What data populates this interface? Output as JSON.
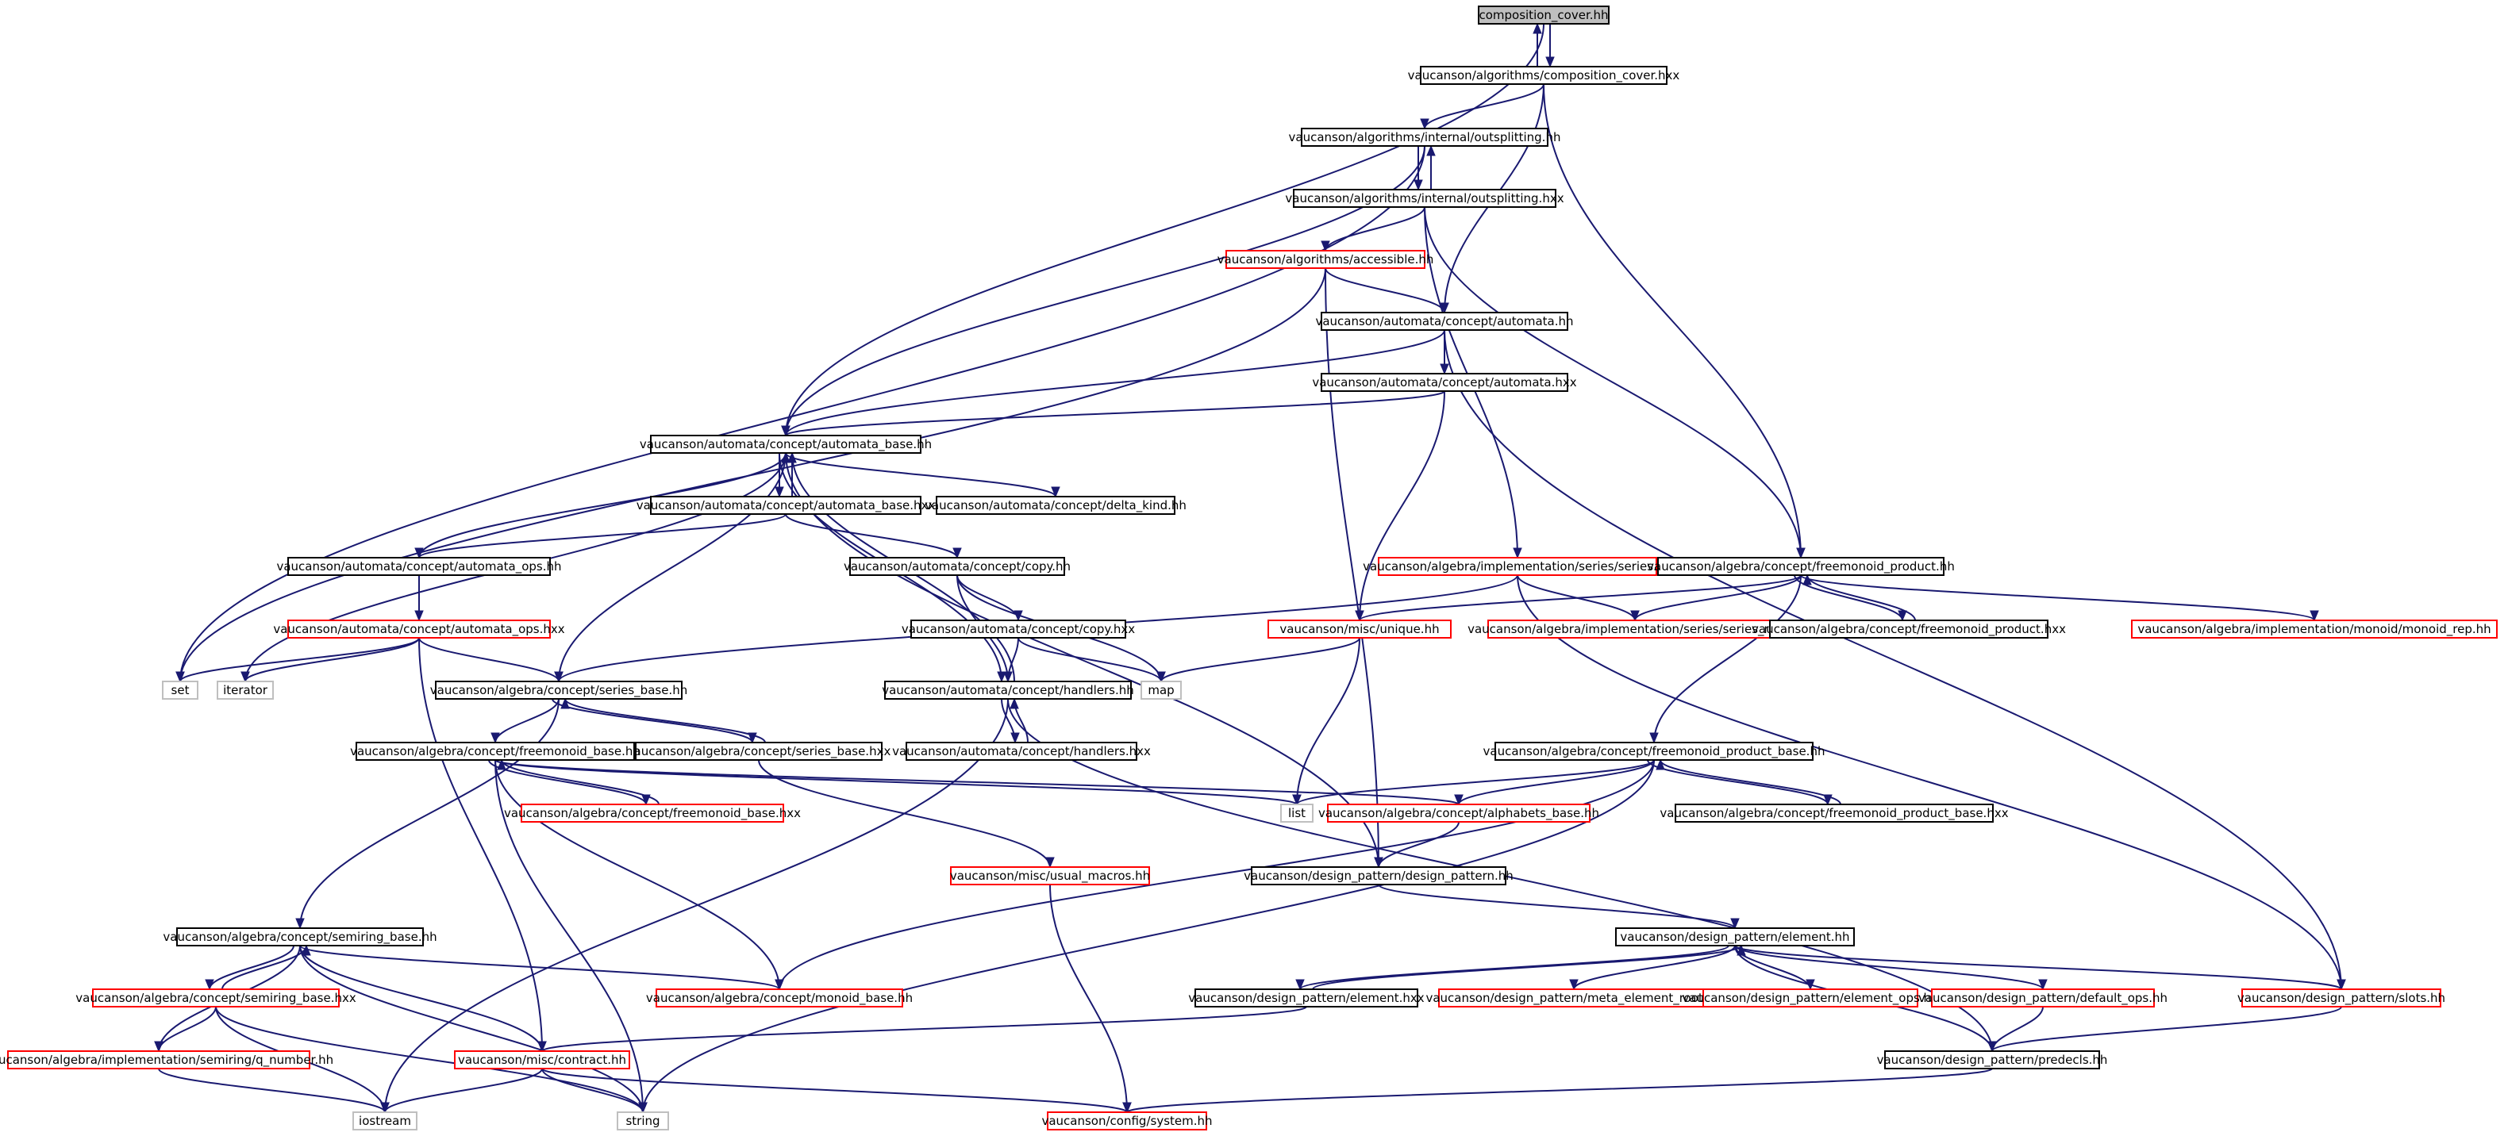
{
  "colors": {
    "edge": "#191970",
    "border_normal": "#000000",
    "border_incomplete": "#ff0000",
    "border_external": "#bfbfbf",
    "root_fill": "#bfbfbf",
    "fill": "#ffffff"
  },
  "nodes": {
    "root": {
      "label": "composition_cover.hh",
      "kind": "root"
    },
    "cc_hxx": {
      "label": "vaucanson/algorithms/composition_cover.hxx",
      "kind": "normal"
    },
    "out_hh": {
      "label": "vaucanson/algorithms/internal/outsplitting.hh",
      "kind": "normal"
    },
    "out_hxx": {
      "label": "vaucanson/algorithms/internal/outsplitting.hxx",
      "kind": "normal"
    },
    "acc_hh": {
      "label": "vaucanson/algorithms/accessible.hh",
      "kind": "incomplete"
    },
    "aut_hh": {
      "label": "vaucanson/automata/concept/automata.hh",
      "kind": "normal"
    },
    "aut_hxx": {
      "label": "vaucanson/automata/concept/automata.hxx",
      "kind": "normal"
    },
    "ab_hh": {
      "label": "vaucanson/automata/concept/automata_base.hh",
      "kind": "normal"
    },
    "ab_hxx": {
      "label": "vaucanson/automata/concept/automata_base.hxx",
      "kind": "normal"
    },
    "dk_hh": {
      "label": "vaucanson/automata/concept/delta_kind.hh",
      "kind": "normal"
    },
    "ao_hh": {
      "label": "vaucanson/automata/concept/automata_ops.hh",
      "kind": "normal"
    },
    "ao_hxx": {
      "label": "vaucanson/automata/concept/automata_ops.hxx",
      "kind": "incomplete"
    },
    "copy_hh": {
      "label": "vaucanson/automata/concept/copy.hh",
      "kind": "normal"
    },
    "copy_hxx": {
      "label": "vaucanson/automata/concept/copy.hxx",
      "kind": "normal"
    },
    "hd_hh": {
      "label": "vaucanson/automata/concept/handlers.hh",
      "kind": "normal"
    },
    "hd_hxx": {
      "label": "vaucanson/automata/concept/handlers.hxx",
      "kind": "normal"
    },
    "sb_hh": {
      "label": "vaucanson/algebra/concept/series_base.hh",
      "kind": "normal"
    },
    "sb_hxx": {
      "label": "vaucanson/algebra/concept/series_base.hxx",
      "kind": "normal"
    },
    "fb_hh": {
      "label": "vaucanson/algebra/concept/freemonoid_base.hh",
      "kind": "normal"
    },
    "fb_hxx": {
      "label": "vaucanson/algebra/concept/freemonoid_base.hxx",
      "kind": "incomplete"
    },
    "series_hh": {
      "label": "vaucanson/algebra/implementation/series/series.hh",
      "kind": "incomplete"
    },
    "srep_hh": {
      "label": "vaucanson/algebra/implementation/series/series_rep.hh",
      "kind": "incomplete"
    },
    "unique_hh": {
      "label": "vaucanson/misc/unique.hh",
      "kind": "incomplete"
    },
    "fp_hh": {
      "label": "vaucanson/algebra/concept/freemonoid_product.hh",
      "kind": "normal"
    },
    "fp_hxx": {
      "label": "vaucanson/algebra/concept/freemonoid_product.hxx",
      "kind": "normal"
    },
    "mrep_hh": {
      "label": "vaucanson/algebra/implementation/monoid/monoid_rep.hh",
      "kind": "incomplete"
    },
    "fpb_hh": {
      "label": "vaucanson/algebra/concept/freemonoid_product_base.hh",
      "kind": "normal"
    },
    "fpb_hxx": {
      "label": "vaucanson/algebra/concept/freemonoid_product_base.hxx",
      "kind": "normal"
    },
    "alpha_hh": {
      "label": "vaucanson/algebra/concept/alphabets_base.hh",
      "kind": "incomplete"
    },
    "dp_hh": {
      "label": "vaucanson/design_pattern/design_pattern.hh",
      "kind": "normal"
    },
    "um_hh": {
      "label": "vaucanson/misc/usual_macros.hh",
      "kind": "incomplete"
    },
    "srb_hh": {
      "label": "vaucanson/algebra/concept/semiring_base.hh",
      "kind": "normal"
    },
    "srb_hxx": {
      "label": "vaucanson/algebra/concept/semiring_base.hxx",
      "kind": "incomplete"
    },
    "qn_hh": {
      "label": "vaucanson/algebra/implementation/semiring/q_number.hh",
      "kind": "incomplete"
    },
    "mb_hh": {
      "label": "vaucanson/algebra/concept/monoid_base.hh",
      "kind": "incomplete"
    },
    "ct_hh": {
      "label": "vaucanson/misc/contract.hh",
      "kind": "incomplete"
    },
    "el_hh": {
      "label": "vaucanson/design_pattern/element.hh",
      "kind": "normal"
    },
    "el_hxx": {
      "label": "vaucanson/design_pattern/element.hxx",
      "kind": "normal"
    },
    "mer_hh": {
      "label": "vaucanson/design_pattern/meta_element_root.hh",
      "kind": "incomplete"
    },
    "eo_hh": {
      "label": "vaucanson/design_pattern/element_ops.hh",
      "kind": "incomplete"
    },
    "do_hh": {
      "label": "vaucanson/design_pattern/default_ops.hh",
      "kind": "incomplete"
    },
    "slots_hh": {
      "label": "vaucanson/design_pattern/slots.hh",
      "kind": "incomplete"
    },
    "pre_hh": {
      "label": "vaucanson/design_pattern/predecls.hh",
      "kind": "normal"
    },
    "sys_hh": {
      "label": "vaucanson/config/system.hh",
      "kind": "incomplete"
    },
    "set": {
      "label": "set",
      "kind": "external"
    },
    "iter": {
      "label": "iterator",
      "kind": "external"
    },
    "map": {
      "label": "map",
      "kind": "external"
    },
    "list": {
      "label": "list",
      "kind": "external"
    },
    "ios": {
      "label": "iostream",
      "kind": "external"
    },
    "str": {
      "label": "string",
      "kind": "external"
    }
  },
  "edges": [
    [
      "root",
      "cc_hxx"
    ],
    [
      "cc_hxx",
      "root"
    ],
    [
      "root",
      "ab_hh"
    ],
    [
      "cc_hxx",
      "out_hh"
    ],
    [
      "cc_hxx",
      "aut_hh"
    ],
    [
      "cc_hxx",
      "fp_hh"
    ],
    [
      "out_hh",
      "out_hxx"
    ],
    [
      "out_hxx",
      "out_hh"
    ],
    [
      "out_hh",
      "set"
    ],
    [
      "out_hh",
      "ab_hh"
    ],
    [
      "out_hxx",
      "acc_hh"
    ],
    [
      "out_hxx",
      "series_hh"
    ],
    [
      "out_hxx",
      "fp_hh"
    ],
    [
      "acc_hh",
      "aut_hh"
    ],
    [
      "acc_hh",
      "set"
    ],
    [
      "acc_hh",
      "dp_hh"
    ],
    [
      "aut_hh",
      "aut_hxx"
    ],
    [
      "aut_hh",
      "ab_hh"
    ],
    [
      "aut_hh",
      "slots_hh"
    ],
    [
      "aut_hxx",
      "ab_hh"
    ],
    [
      "aut_hxx",
      "unique_hh"
    ],
    [
      "ab_hh",
      "ab_hxx"
    ],
    [
      "ab_hxx",
      "ab_hh"
    ],
    [
      "ab_hh",
      "dk_hh"
    ],
    [
      "ab_hh",
      "iter"
    ],
    [
      "ab_hh",
      "sb_hh"
    ],
    [
      "ab_hh",
      "hd_hh"
    ],
    [
      "ab_hh",
      "dp_hh"
    ],
    [
      "ao_hh",
      "ab_hh"
    ],
    [
      "ab_hxx",
      "ao_hh"
    ],
    [
      "ab_hxx",
      "copy_hh"
    ],
    [
      "ao_hh",
      "ao_hxx"
    ],
    [
      "ao_hxx",
      "set"
    ],
    [
      "ao_hxx",
      "iter"
    ],
    [
      "ao_hxx",
      "sb_hh"
    ],
    [
      "ao_hxx",
      "ct_hh"
    ],
    [
      "copy_hh",
      "copy_hxx"
    ],
    [
      "copy_hh",
      "hd_hh"
    ],
    [
      "copy_hh",
      "map"
    ],
    [
      "copy_hxx",
      "hd_hh"
    ],
    [
      "copy_hxx",
      "map"
    ],
    [
      "hd_hh",
      "hd_hxx"
    ],
    [
      "hd_hxx",
      "hd_hh"
    ],
    [
      "hd_hh",
      "ab_hh"
    ],
    [
      "hd_hh",
      "pre_hh"
    ],
    [
      "hd_hh",
      "ios"
    ],
    [
      "series_hh",
      "srep_hh"
    ],
    [
      "series_hh",
      "sb_hh"
    ],
    [
      "series_hh",
      "slots_hh"
    ],
    [
      "fp_hh",
      "unique_hh"
    ],
    [
      "fp_hh",
      "srep_hh"
    ],
    [
      "fp_hh",
      "fp_hxx"
    ],
    [
      "fp_hxx",
      "fp_hh"
    ],
    [
      "fp_hh",
      "mrep_hh"
    ],
    [
      "fp_hh",
      "fpb_hh"
    ],
    [
      "unique_hh",
      "map"
    ],
    [
      "unique_hh",
      "list"
    ],
    [
      "sb_hh",
      "sb_hxx"
    ],
    [
      "sb_hxx",
      "sb_hh"
    ],
    [
      "sb_hh",
      "fb_hh"
    ],
    [
      "sb_hh",
      "srb_hh"
    ],
    [
      "sb_hxx",
      "um_hh"
    ],
    [
      "fb_hh",
      "fb_hxx"
    ],
    [
      "fb_hxx",
      "fb_hh"
    ],
    [
      "fb_hh",
      "list"
    ],
    [
      "fb_hh",
      "alpha_hh"
    ],
    [
      "fb_hh",
      "mb_hh"
    ],
    [
      "fb_hh",
      "str"
    ],
    [
      "fpb_hh",
      "fpb_hxx"
    ],
    [
      "fpb_hxx",
      "fpb_hh"
    ],
    [
      "fpb_hh",
      "list"
    ],
    [
      "fpb_hh",
      "alpha_hh"
    ],
    [
      "fpb_hh",
      "mb_hh"
    ],
    [
      "fpb_hh",
      "str"
    ],
    [
      "alpha_hh",
      "dp_hh"
    ],
    [
      "dp_hh",
      "el_hh"
    ],
    [
      "um_hh",
      "sys_hh"
    ],
    [
      "srb_hh",
      "srb_hxx"
    ],
    [
      "srb_hxx",
      "srb_hh"
    ],
    [
      "srb_hh",
      "mb_hh"
    ],
    [
      "srb_hh",
      "ct_hh"
    ],
    [
      "srb_hh",
      "str"
    ],
    [
      "srb_hh",
      "qn_hh"
    ],
    [
      "srb_hxx",
      "qn_hh"
    ],
    [
      "srb_hxx",
      "ios"
    ],
    [
      "srb_hxx",
      "str"
    ],
    [
      "qn_hh",
      "ios"
    ],
    [
      "ct_hh",
      "ios"
    ],
    [
      "ct_hh",
      "str"
    ],
    [
      "ct_hh",
      "sys_hh"
    ],
    [
      "el_hh",
      "el_hxx"
    ],
    [
      "el_hxx",
      "el_hh"
    ],
    [
      "el_hh",
      "mer_hh"
    ],
    [
      "el_hh",
      "eo_hh"
    ],
    [
      "el_hh",
      "do_hh"
    ],
    [
      "el_hh",
      "slots_hh"
    ],
    [
      "el_hh",
      "pre_hh"
    ],
    [
      "el_hxx",
      "ct_hh"
    ],
    [
      "do_hh",
      "pre_hh"
    ],
    [
      "slots_hh",
      "pre_hh"
    ],
    [
      "pre_hh",
      "sys_hh"
    ]
  ]
}
